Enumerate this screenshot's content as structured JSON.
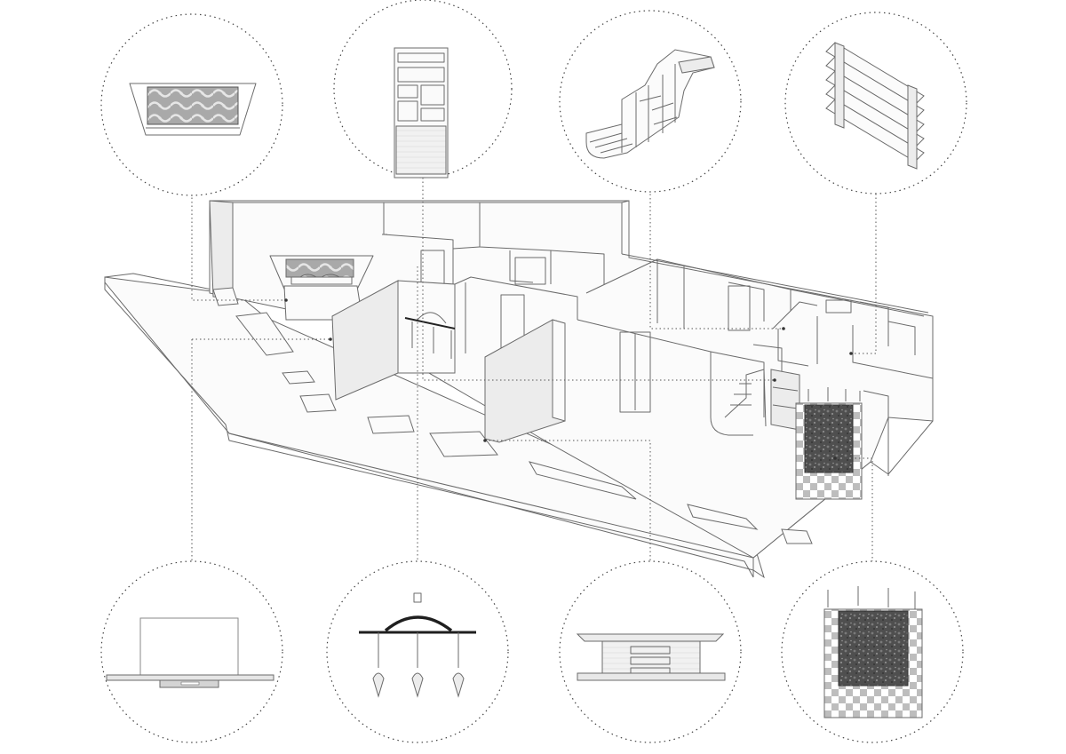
{
  "diagram": {
    "background": "#ffffff",
    "line_color": "#6b6b6b",
    "callouts": [
      {
        "id": "headboard-ikat",
        "icon": "ikat-headboard-icon"
      },
      {
        "id": "tall-shelving-unit",
        "icon": "bookcase-icon"
      },
      {
        "id": "staircase-storage",
        "icon": "stair-storage-icon"
      },
      {
        "id": "slatted-shelf",
        "icon": "slatted-shelf-icon"
      },
      {
        "id": "window-bench",
        "icon": "bench-icon"
      },
      {
        "id": "pendant-light",
        "icon": "pendant-lamp-icon"
      },
      {
        "id": "low-storage-cabinet",
        "icon": "cabinet-icon"
      },
      {
        "id": "moss-wall-panel",
        "icon": "moss-panel-icon"
      }
    ]
  }
}
